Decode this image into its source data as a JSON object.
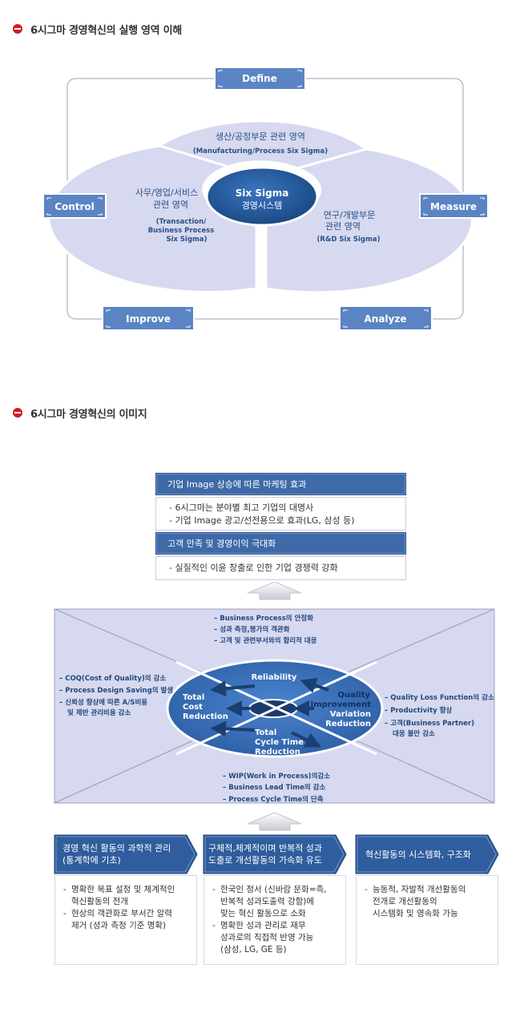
{
  "section1": {
    "title": "6시그마 경영혁신의 실행 영역 이해",
    "cycle": {
      "define": "Define",
      "measure": "Measure",
      "analyze": "Analyze",
      "improve": "Improve",
      "control": "Control"
    },
    "center": {
      "line1": "Six Sigma",
      "line2": "경영시스템"
    },
    "top_segment": {
      "ko": "생산/공정부문 관련 영역",
      "en": "(Manufacturing/Process Six Sigma)"
    },
    "left_segment": {
      "ko1": "사무/영업/서비스",
      "ko2": "관련 영역",
      "en1": "(Transaction/",
      "en2": "Business Process",
      "en3": "Six Sigma)"
    },
    "right_segment": {
      "ko1": "연구/개발부문",
      "ko2": "관련 영역",
      "en": "(R&D Six Sigma)"
    }
  },
  "section2": {
    "title": "6시그마 경영혁신의 이미지",
    "goal1": {
      "header": "기업 Image 상승에 따른 마케팅 효과",
      "items": [
        "- 6시그마는 분야별 최고 기업의 대명사",
        "- 기업 Image 광고/선전용으로 효과(LG, 삼성 등)"
      ]
    },
    "goal2": {
      "header": "고객 만족 및 경영이익 극대화",
      "items": [
        "- 실질적인 이윤 창출로 인한 기업 경쟁력 강화"
      ]
    },
    "ellipse": {
      "reliability": "Reliability",
      "left": [
        "Total",
        "Cost",
        "Reduction"
      ],
      "right": [
        "Quality",
        "Improvement",
        "Variation",
        "Reduction"
      ],
      "bottom": [
        "Total",
        "Cycle Time",
        "Reduction"
      ]
    },
    "top_notes": [
      "– Business Process의 안정화",
      "– 성과 측정,평가의 객관화",
      "– 고객 및 관련부서와의 합리적 대응"
    ],
    "left_notes": [
      "– COQ(Cost of Quality)의 감소",
      "– Process Design Saving의 발생",
      "– 신뢰성 향상에 따른 A/S비용",
      "및 제반 관리비용 감소"
    ],
    "right_notes": [
      "– Quality Loss Function의 감소",
      "– Productivity 향상",
      "– 고객(Business Partner)",
      "대응 불만 감소"
    ],
    "bottom_notes": [
      "– WIP(Work in Process)의감소",
      "– Business Lead Time의 감소",
      "– Process Cycle Time의 단축"
    ],
    "foundations": [
      {
        "header": [
          "경영 혁신 활동의 과학적 관리",
          "(통계학에 기초)"
        ],
        "items": [
          [
            "- ",
            "명확한 목표 설정 및 체계적인"
          ],
          [
            "",
            "혁신활동의 전개"
          ],
          [
            "- ",
            "현상의 객관화로 부서간 알력"
          ],
          [
            "",
            "제거 (성과 측정 기준 명확)"
          ]
        ]
      },
      {
        "header": [
          "구체적,체계적이며 반복적 성과",
          "도출로 개선활동의 가속화 유도"
        ],
        "items": [
          [
            "- ",
            "한국인 정서 (신바람 문화=즉,"
          ],
          [
            "",
            "반복적 성과도출력 강함)에"
          ],
          [
            "",
            "맞는 혁신 활동으로 소화"
          ],
          [
            "- ",
            "명확한 성과 관리로 재무"
          ],
          [
            "",
            "성과로의 직접적 반영 가능"
          ],
          [
            "",
            "(삼성, LG, GE 등)"
          ]
        ]
      },
      {
        "header": [
          "혁신활동의 시스템화, 구조화"
        ],
        "items": [
          [
            "- ",
            "능동적, 자발적 개선활동의"
          ],
          [
            "",
            "전개로 개선활동의"
          ],
          [
            "",
            "시스템화 및 영속화 가능"
          ]
        ]
      }
    ],
    "colors": {
      "dark_blue": "#1f4f8f",
      "mid_blue": "#3e6aa8",
      "lavender": "#d6d9ef",
      "red_bullet": "#d01c24"
    }
  }
}
